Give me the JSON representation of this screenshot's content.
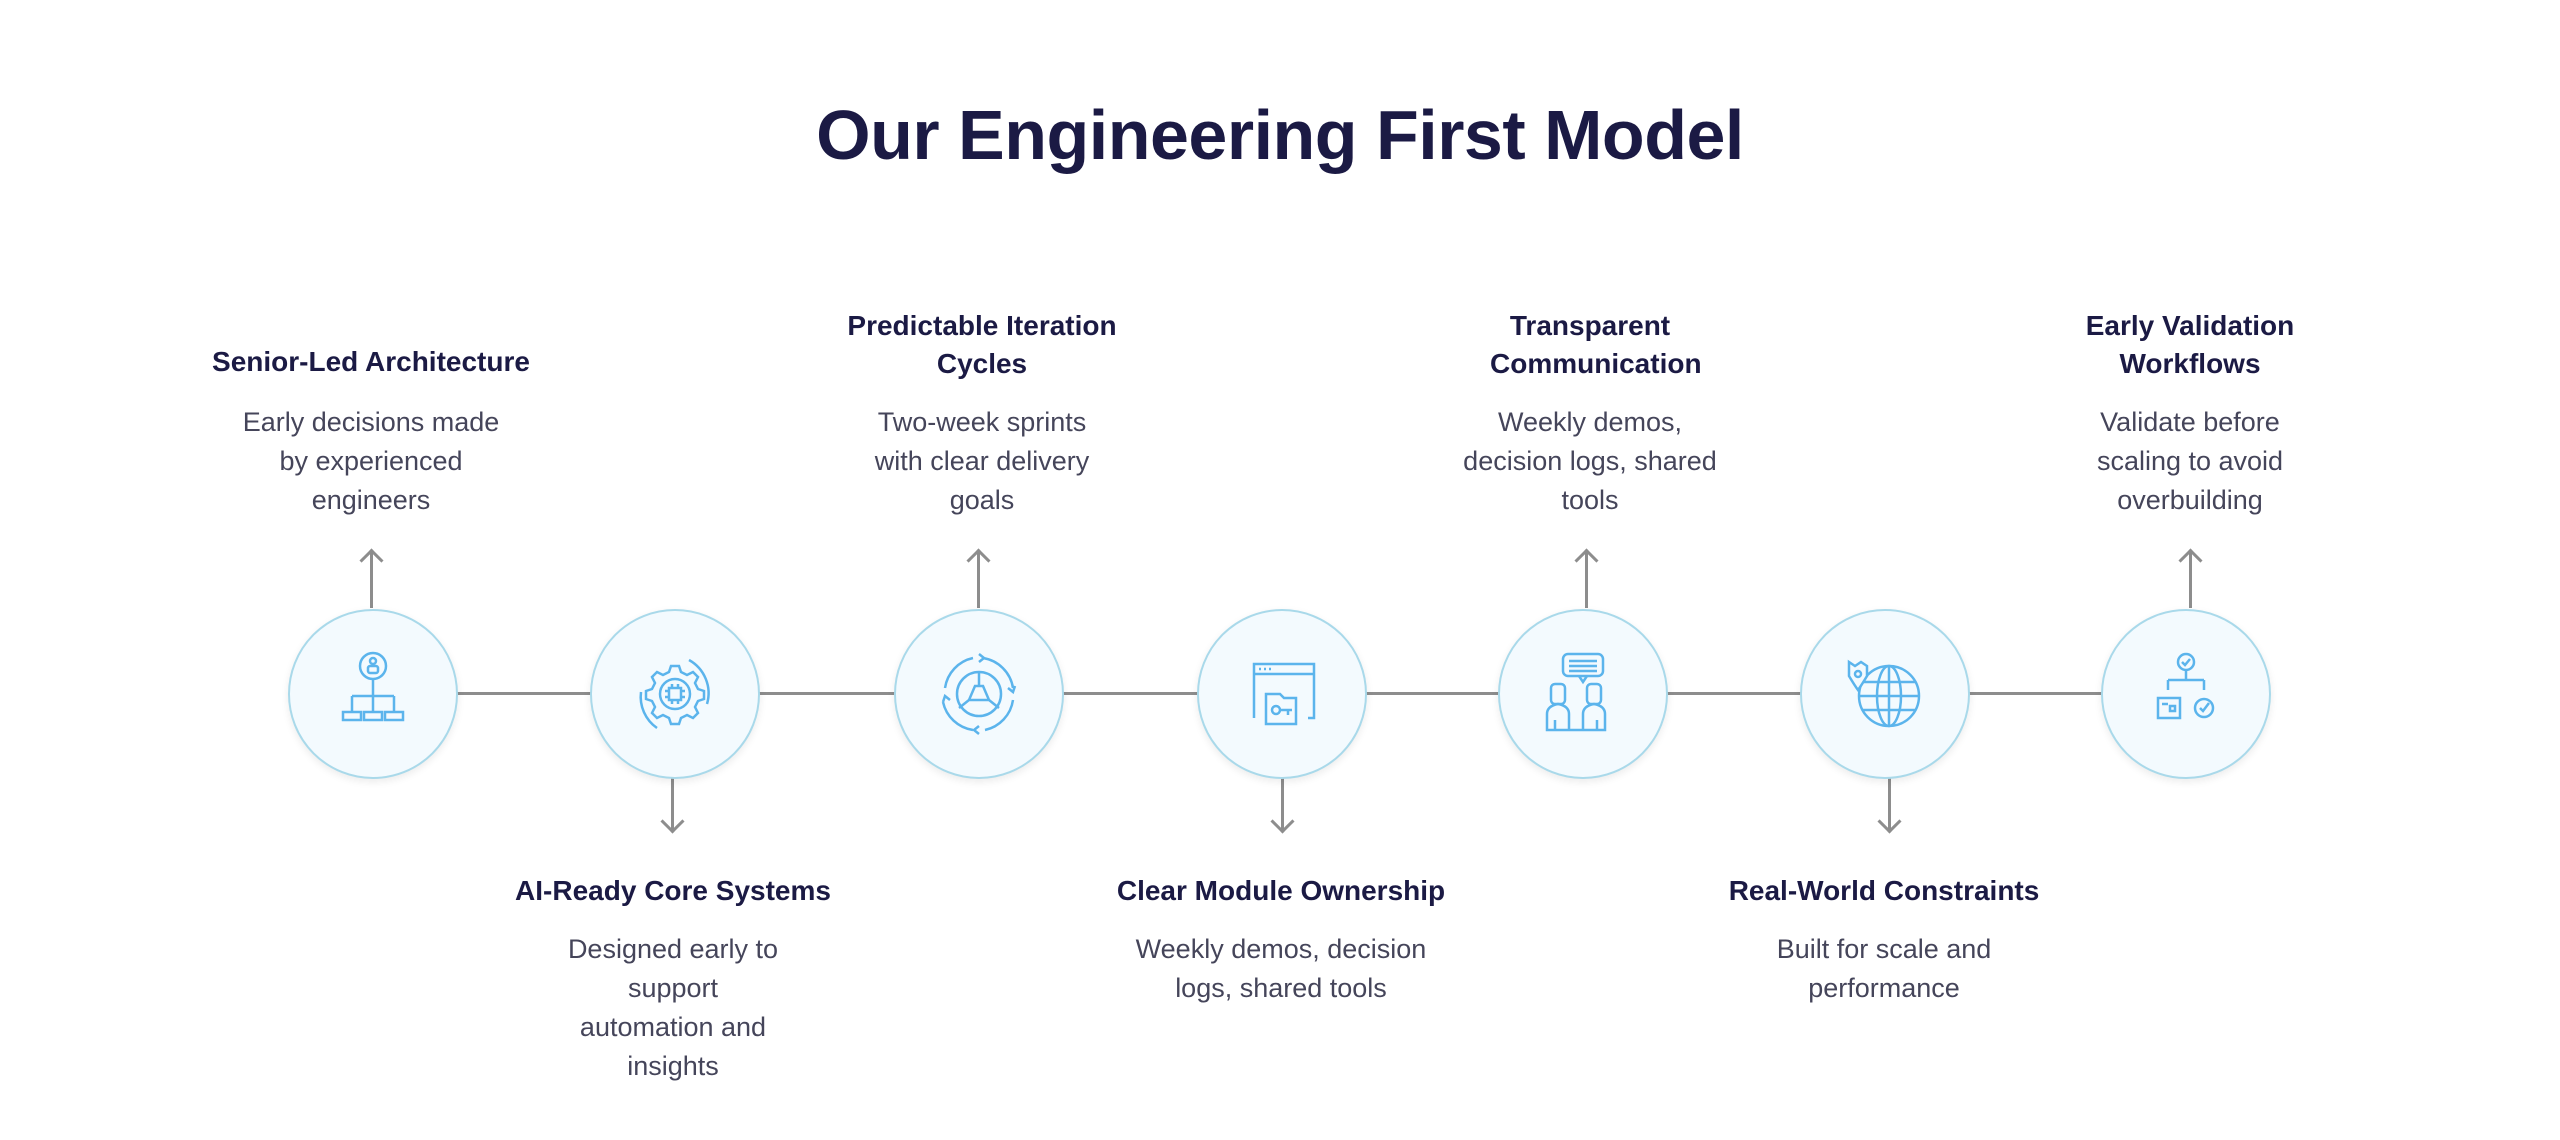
{
  "title": "Our Engineering First Model",
  "colors": {
    "title": "#1b1a44",
    "icon": "#5bb4ec",
    "circle_fill": "#f3fafe",
    "circle_border": "#a9d9ea",
    "connector": "#8d8d8d"
  },
  "steps": [
    {
      "heading": "Senior-Led Architecture",
      "description": "Early decisions made by experienced engineers",
      "position": "top",
      "icon": "org-chart-person-icon"
    },
    {
      "heading": "AI-Ready Core Systems",
      "description": "Designed early to support automation and insights",
      "position": "bottom",
      "icon": "gear-chip-icon"
    },
    {
      "heading": "Predictable Iteration Cycles",
      "description": "Two-week sprints with clear delivery goals",
      "position": "top",
      "icon": "cycle-steering-icon"
    },
    {
      "heading": "Clear Module Ownership",
      "description": "Weekly demos, decision logs, shared tools",
      "position": "bottom",
      "icon": "browser-folder-key-icon"
    },
    {
      "heading": "Transparent Communication",
      "description": "Weekly demos, decision logs, shared tools",
      "position": "top",
      "icon": "people-chat-icon"
    },
    {
      "heading": "Real-World Constraints",
      "description": "Built for scale and performance",
      "position": "bottom",
      "icon": "globe-map-pin-icon"
    },
    {
      "heading": "Early Validation Workflows",
      "description": "Validate before scaling to avoid overbuilding",
      "position": "top",
      "icon": "workflow-check-icon"
    }
  ]
}
